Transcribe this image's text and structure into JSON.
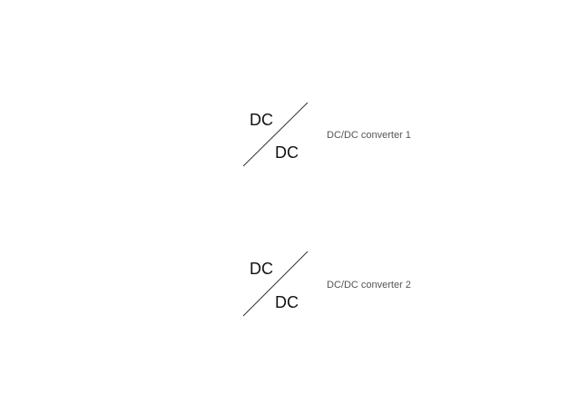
{
  "diagram": {
    "symbols": [
      {
        "name": "DC/DC converter 1",
        "top_label": "DC",
        "bottom_label": "DC"
      },
      {
        "name": "DC/DC converter 2",
        "top_label": "DC",
        "bottom_label": "DC"
      }
    ],
    "colors": {
      "line": "#333333",
      "text": "#111111",
      "background": "#ffffff"
    }
  }
}
